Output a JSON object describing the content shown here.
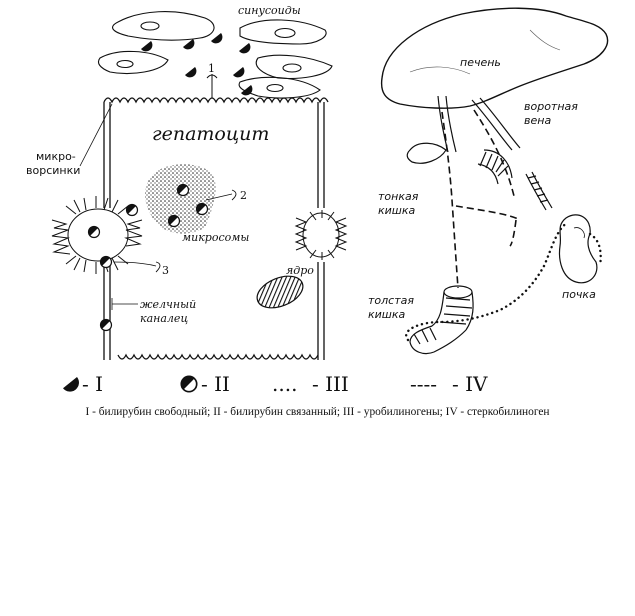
{
  "labels": {
    "sinusoids": "синусоиды",
    "hepatocyte": "гепатоцит",
    "microvilli_1": "микро-",
    "microvilli_2": "ворсинки",
    "microsomes": "микросомы",
    "nucleus": "ядро",
    "bile_canaliculus_1": "желчный",
    "bile_canaliculus_2": "каналец",
    "liver": "печень",
    "portal_vein_1": "воротная",
    "portal_vein_2": "вена",
    "small_intestine_1": "тонкая",
    "small_intestine_2": "кишка",
    "large_intestine_1": "толстая",
    "large_intestine_2": "кишка",
    "kidney": "почка"
  },
  "markers": {
    "m1": "1",
    "m2": "2",
    "m3": "3"
  },
  "legend": {
    "i_label": "- I",
    "ii_label": "- II",
    "iii_symbol": "....",
    "iii_label": "- III",
    "iv_symbol": "----",
    "iv_label": "- IV"
  },
  "caption": "I - билирубин свободный; II - билирубин связанный; III - уробилиногены; IV - стеркобилиноген"
}
